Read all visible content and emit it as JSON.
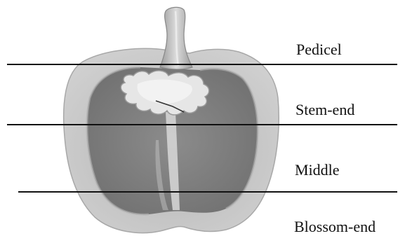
{
  "diagram": {
    "labels": [
      "Pedicel",
      "Stem-end",
      "Middle",
      "Blossom-end"
    ],
    "colors": {
      "flesh_outer": "#c9c9c9",
      "flesh_inner": "#9d9d9d",
      "cavity": "#7f7f7f",
      "placenta": "#e4e4e4",
      "stem": "#b9b9b9",
      "line": "#111111"
    }
  }
}
